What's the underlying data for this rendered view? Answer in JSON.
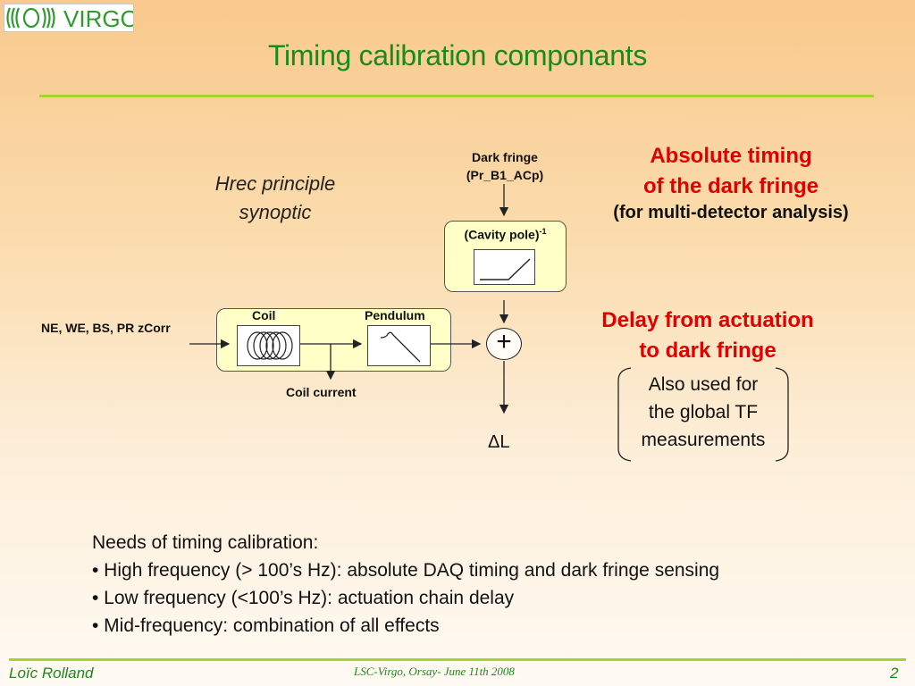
{
  "logo": {
    "text": "VIRGO"
  },
  "slide": {
    "title": "Timing calibration componants"
  },
  "diagram": {
    "hrec_label": [
      "Hrec principle",
      "synoptic"
    ],
    "dark_fringe_label": [
      "Dark fringe",
      "(Pr_B1_ACp)"
    ],
    "cavity_pole_label": "(Cavity pole)",
    "cavity_pole_exponent": "-1",
    "input_label": "NE, WE, BS, PR  zCorr",
    "coil_label": "Coil",
    "pendulum_label": "Pendulum",
    "coil_current_label": "Coil current",
    "sum_symbol": "+",
    "output_label": "ΔL"
  },
  "annotations": {
    "absolute_timing": [
      "Absolute timing",
      "of the dark fringe"
    ],
    "absolute_timing_note": "(for multi-detector analysis)",
    "delay_actuation": [
      "Delay from actuation",
      "to dark fringe"
    ],
    "also_used": [
      "Also used for",
      "the global TF",
      "measurements"
    ]
  },
  "needs": {
    "heading": "Needs of timing calibration:",
    "bullets": [
      "• High frequency (> 100’s Hz): absolute DAQ timing and dark fringe sensing",
      "• Low frequency (<100’s Hz): actuation chain delay",
      "• Mid-frequency: combination of all effects"
    ]
  },
  "footer": {
    "author": "Loïc Rolland",
    "event": "LSC-Virgo, Orsay-   June 11th  2008",
    "page_number": "2"
  }
}
